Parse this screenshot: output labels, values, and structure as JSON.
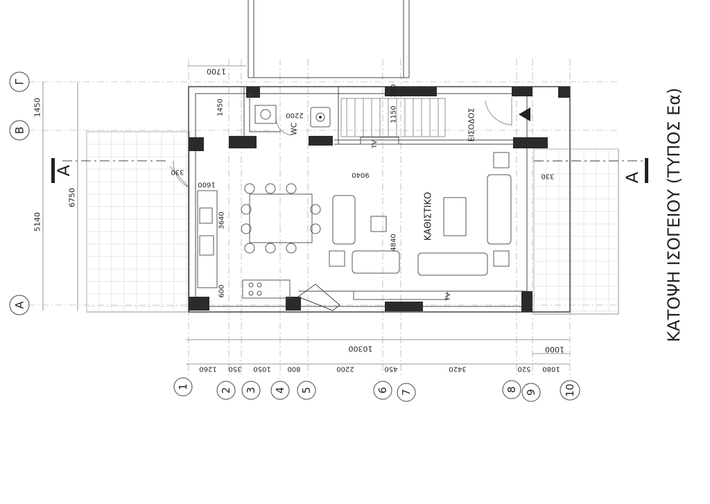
{
  "title": "ΚΑΤΟΨΗ ΙΣΟΓΕΙΟΥ (ΤΥΠΟΣ Εα)",
  "section_marks": [
    "A",
    "A"
  ],
  "grid_rows": [
    "Α",
    "Β",
    "Γ"
  ],
  "grid_columns": [
    "1",
    "2",
    "3",
    "4",
    "5",
    "6",
    "7",
    "8",
    "9",
    "10"
  ],
  "rooms": {
    "living": "ΚΑΘΙΣΤΙΚΟ",
    "entrance": "ΕΙΣΟΔΟΣ",
    "wc": "WC",
    "tv_1": "TV",
    "tv_2": "TV"
  },
  "dims_left": [
    "5140",
    "1450",
    "6750"
  ],
  "dims_top": [
    "1700"
  ],
  "dims_bottom": [
    "10300",
    "1000"
  ],
  "dims_columns": [
    "1260",
    "350",
    "1050",
    "800",
    "2200",
    "450",
    "3420",
    "520",
    "1080"
  ],
  "dims_interior": {
    "d330a": "330",
    "d330b": "330",
    "d9040": "9040",
    "d4840": "4840",
    "d3640": "3640",
    "d1600": "1600",
    "d600": "600",
    "d2200": "2200",
    "d1150": "1150",
    "d1450": "1450",
    "d330c": "330"
  }
}
